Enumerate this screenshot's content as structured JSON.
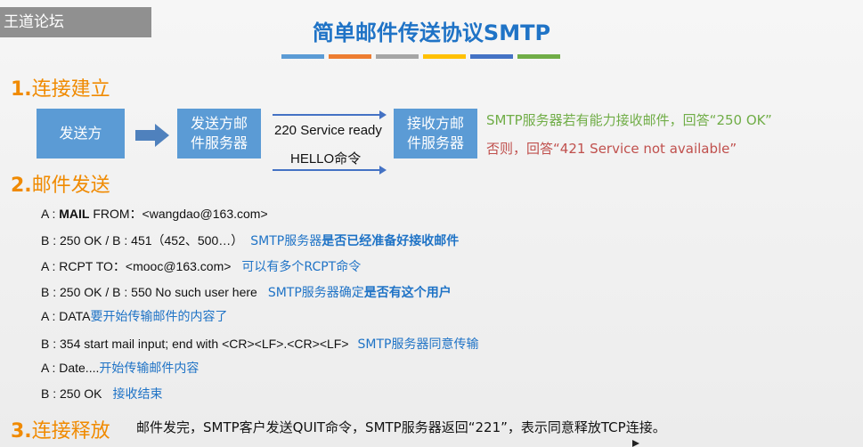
{
  "watermark": "王道论坛",
  "title": "简单邮件传送协议SMTP",
  "bar_colors": [
    "#5b9bd5",
    "#ed7d31",
    "#a5a5a5",
    "#ffc000",
    "#4472c4",
    "#70ad47"
  ],
  "section1": {
    "num": "1.",
    "label": "连接建立"
  },
  "section2": {
    "num": "2.",
    "label": "邮件发送"
  },
  "section3": {
    "num": "3.",
    "label": "连接释放",
    "text": "邮件发完，SMTP客户发送QUIT命令，SMTP服务器返回“221”，表示同意释放TCP连接。"
  },
  "diagram": {
    "sender": "发送方",
    "sender_server_l1": "发送方邮",
    "sender_server_l2": "件服务器",
    "receiver_server_l1": "接收方邮",
    "receiver_server_l2": "件服务器",
    "msg_top": "220 Service ready",
    "msg_bottom": "HELLO命令",
    "note_green": "SMTP服务器若有能力接收邮件，回答“250 OK”",
    "note_red": "否则，回答“421 Service not available”"
  },
  "dialog": [
    {
      "cmd_pre": "A : ",
      "cmd_bold": "MAIL",
      "cmd_post": " FROM：<wangdao@163.com>",
      "note_pre": "",
      "note_bold": ""
    },
    {
      "cmd_pre": "B : 250 OK  / B : 451（452、500…）",
      "cmd_bold": "",
      "cmd_post": "",
      "note_pre": "SMTP服务器",
      "note_bold": "是否已经准备好接收邮件"
    },
    {
      "cmd_pre": "A : RCPT TO：<mooc@163.com>",
      "cmd_bold": "",
      "cmd_post": "",
      "note_pre": "可以有多个RCPT命令",
      "note_bold": ""
    },
    {
      "cmd_pre": "B : 250 OK  / B : 550 No such user here",
      "cmd_bold": "",
      "cmd_post": "",
      "note_pre": "SMTP服务器确定",
      "note_bold": "是否有这个用户"
    },
    {
      "cmd_pre": "A : DATA",
      "cmd_bold": "",
      "cmd_post": "",
      "note_pre": "要开始传输邮件的内容了",
      "note_bold": ""
    },
    {
      "cmd_pre": "B : 354 start mail input; end with <CR><LF>.<CR><LF>",
      "cmd_bold": "",
      "cmd_post": "",
      "note_pre": "SMTP服务器同意传输",
      "note_bold": ""
    },
    {
      "cmd_pre": "A : Date....",
      "cmd_bold": "",
      "cmd_post": "",
      "note_pre": "开始传输邮件内容",
      "note_bold": ""
    },
    {
      "cmd_pre": "B : 250 OK",
      "cmd_bold": "",
      "cmd_post": "",
      "note_pre": "接收结束",
      "note_bold": ""
    }
  ]
}
